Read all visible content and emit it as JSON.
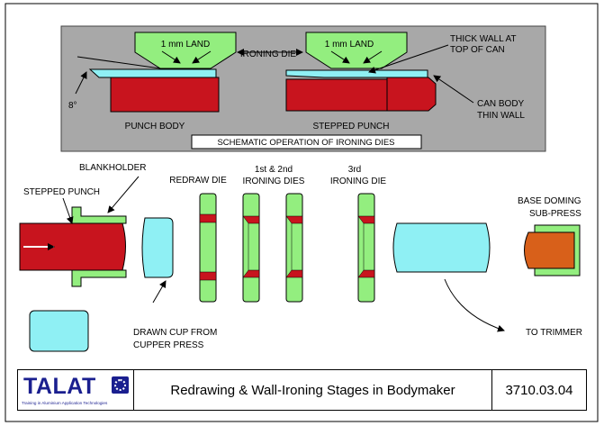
{
  "colors": {
    "grey_panel": "#a8a8a8",
    "punch_red": "#c8141e",
    "die_green": "#93ee7f",
    "cup_cyan": "#8ff0f4",
    "dome_orange": "#d8601a",
    "logo_blue": "#1a1f8f"
  },
  "schematic": {
    "land_left": "1 mm LAND",
    "land_right": "1 mm LAND",
    "ironing_die": "IRONING DIE",
    "thick_wall_1": "THICK WALL AT",
    "thick_wall_2": "TOP OF CAN",
    "angle": "8°",
    "punch_body": "PUNCH BODY",
    "stepped_punch": "STEPPED PUNCH",
    "can_body_1": "CAN BODY",
    "can_body_2": "THIN WALL",
    "caption": "SCHEMATIC OPERATION OF IRONING DIES"
  },
  "stages": {
    "blankholder": "BLANKHOLDER",
    "stepped_punch": "STEPPED PUNCH",
    "redraw_die": "REDRAW DIE",
    "first_second_1": "1st & 2nd",
    "first_second_2": "IRONING DIES",
    "third_1": "3rd",
    "third_2": "IRONING DIE",
    "base_doming_1": "BASE DOMING",
    "base_doming_2": "SUB-PRESS",
    "drawn_cup_1": "DRAWN CUP FROM",
    "drawn_cup_2": "CUPPER PRESS",
    "to_trimmer": "TO TRIMMER"
  },
  "footer": {
    "logo": "TALAT",
    "logo_tagline": "Training in Aluminium Application Technologies",
    "title": "Redrawing & Wall-Ironing Stages in Bodymaker",
    "code": "3710.03.04"
  }
}
